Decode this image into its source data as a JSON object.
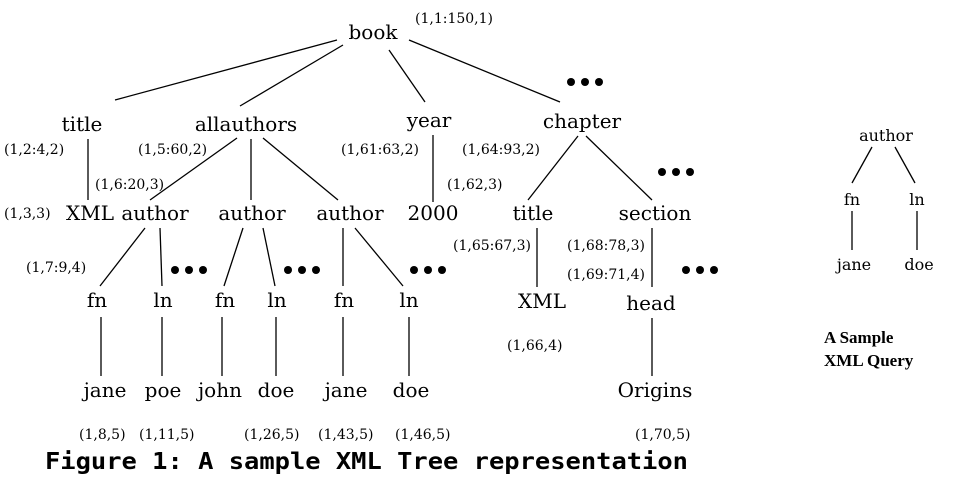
{
  "tree": {
    "nodes": {
      "book": "book",
      "title": "title",
      "allauthors": "allauthors",
      "year": "year",
      "chapter": "chapter",
      "xml1": "XML",
      "author1": "author",
      "author2": "author",
      "author3": "author",
      "y2000": "2000",
      "ctitle": "title",
      "section": "section",
      "fn1": "fn",
      "ln1": "ln",
      "fn2": "fn",
      "ln2": "ln",
      "fn3": "fn",
      "ln3": "ln",
      "xml2": "XML",
      "head": "head",
      "jane1": "jane",
      "poe": "poe",
      "john": "john",
      "doe1": "doe",
      "jane2": "jane",
      "doe2": "doe",
      "origins": "Origins"
    },
    "labels": {
      "book": "(1,1:150,1)",
      "title": "(1,2:4,2)",
      "allauthors": "(1,5:60,2)",
      "year": "(1,61:63,2)",
      "chapter": "(1,64:93,2)",
      "author1": "(1,6:20,3)",
      "xml1": "(1,3,3)",
      "y2000": "(1,62,3)",
      "fn1": "(1,7:9,4)",
      "ctitle": "(1,65:67,3)",
      "section": "(1,68:78,3)",
      "head": "(1,69:71,4)",
      "xml2": "(1,66,4)",
      "jane1": "(1,8,5)",
      "poe": "(1,11,5)",
      "doe1": "(1,26,5)",
      "jane2": "(1,43,5)",
      "doe2": "(1,46,5)",
      "origins": "(1,70,5)"
    }
  },
  "query": {
    "nodes": {
      "author": "author",
      "fn": "fn",
      "ln": "ln",
      "jane": "jane",
      "doe": "doe"
    },
    "caption_line1": "A Sample",
    "caption_line2": "XML Query"
  },
  "caption": "Figure 1: A sample XML Tree representation"
}
